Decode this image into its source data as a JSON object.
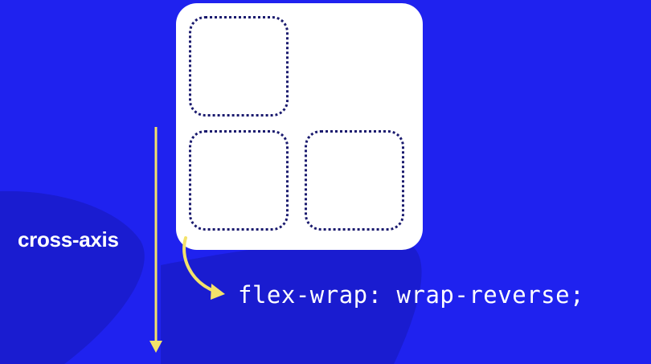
{
  "diagram": {
    "axis_label": "cross-axis",
    "code": "flex-wrap: wrap-reverse;",
    "items": [
      {
        "row": "top"
      },
      {
        "row": "bottom"
      },
      {
        "row": "bottom"
      }
    ]
  },
  "colors": {
    "background": "#1f22ef",
    "background_shape": "#1a1cd0",
    "container": "#ffffff",
    "item_border": "#1a1a6e",
    "axis_arrow": "#f3e26a",
    "text": "#ffffff"
  }
}
